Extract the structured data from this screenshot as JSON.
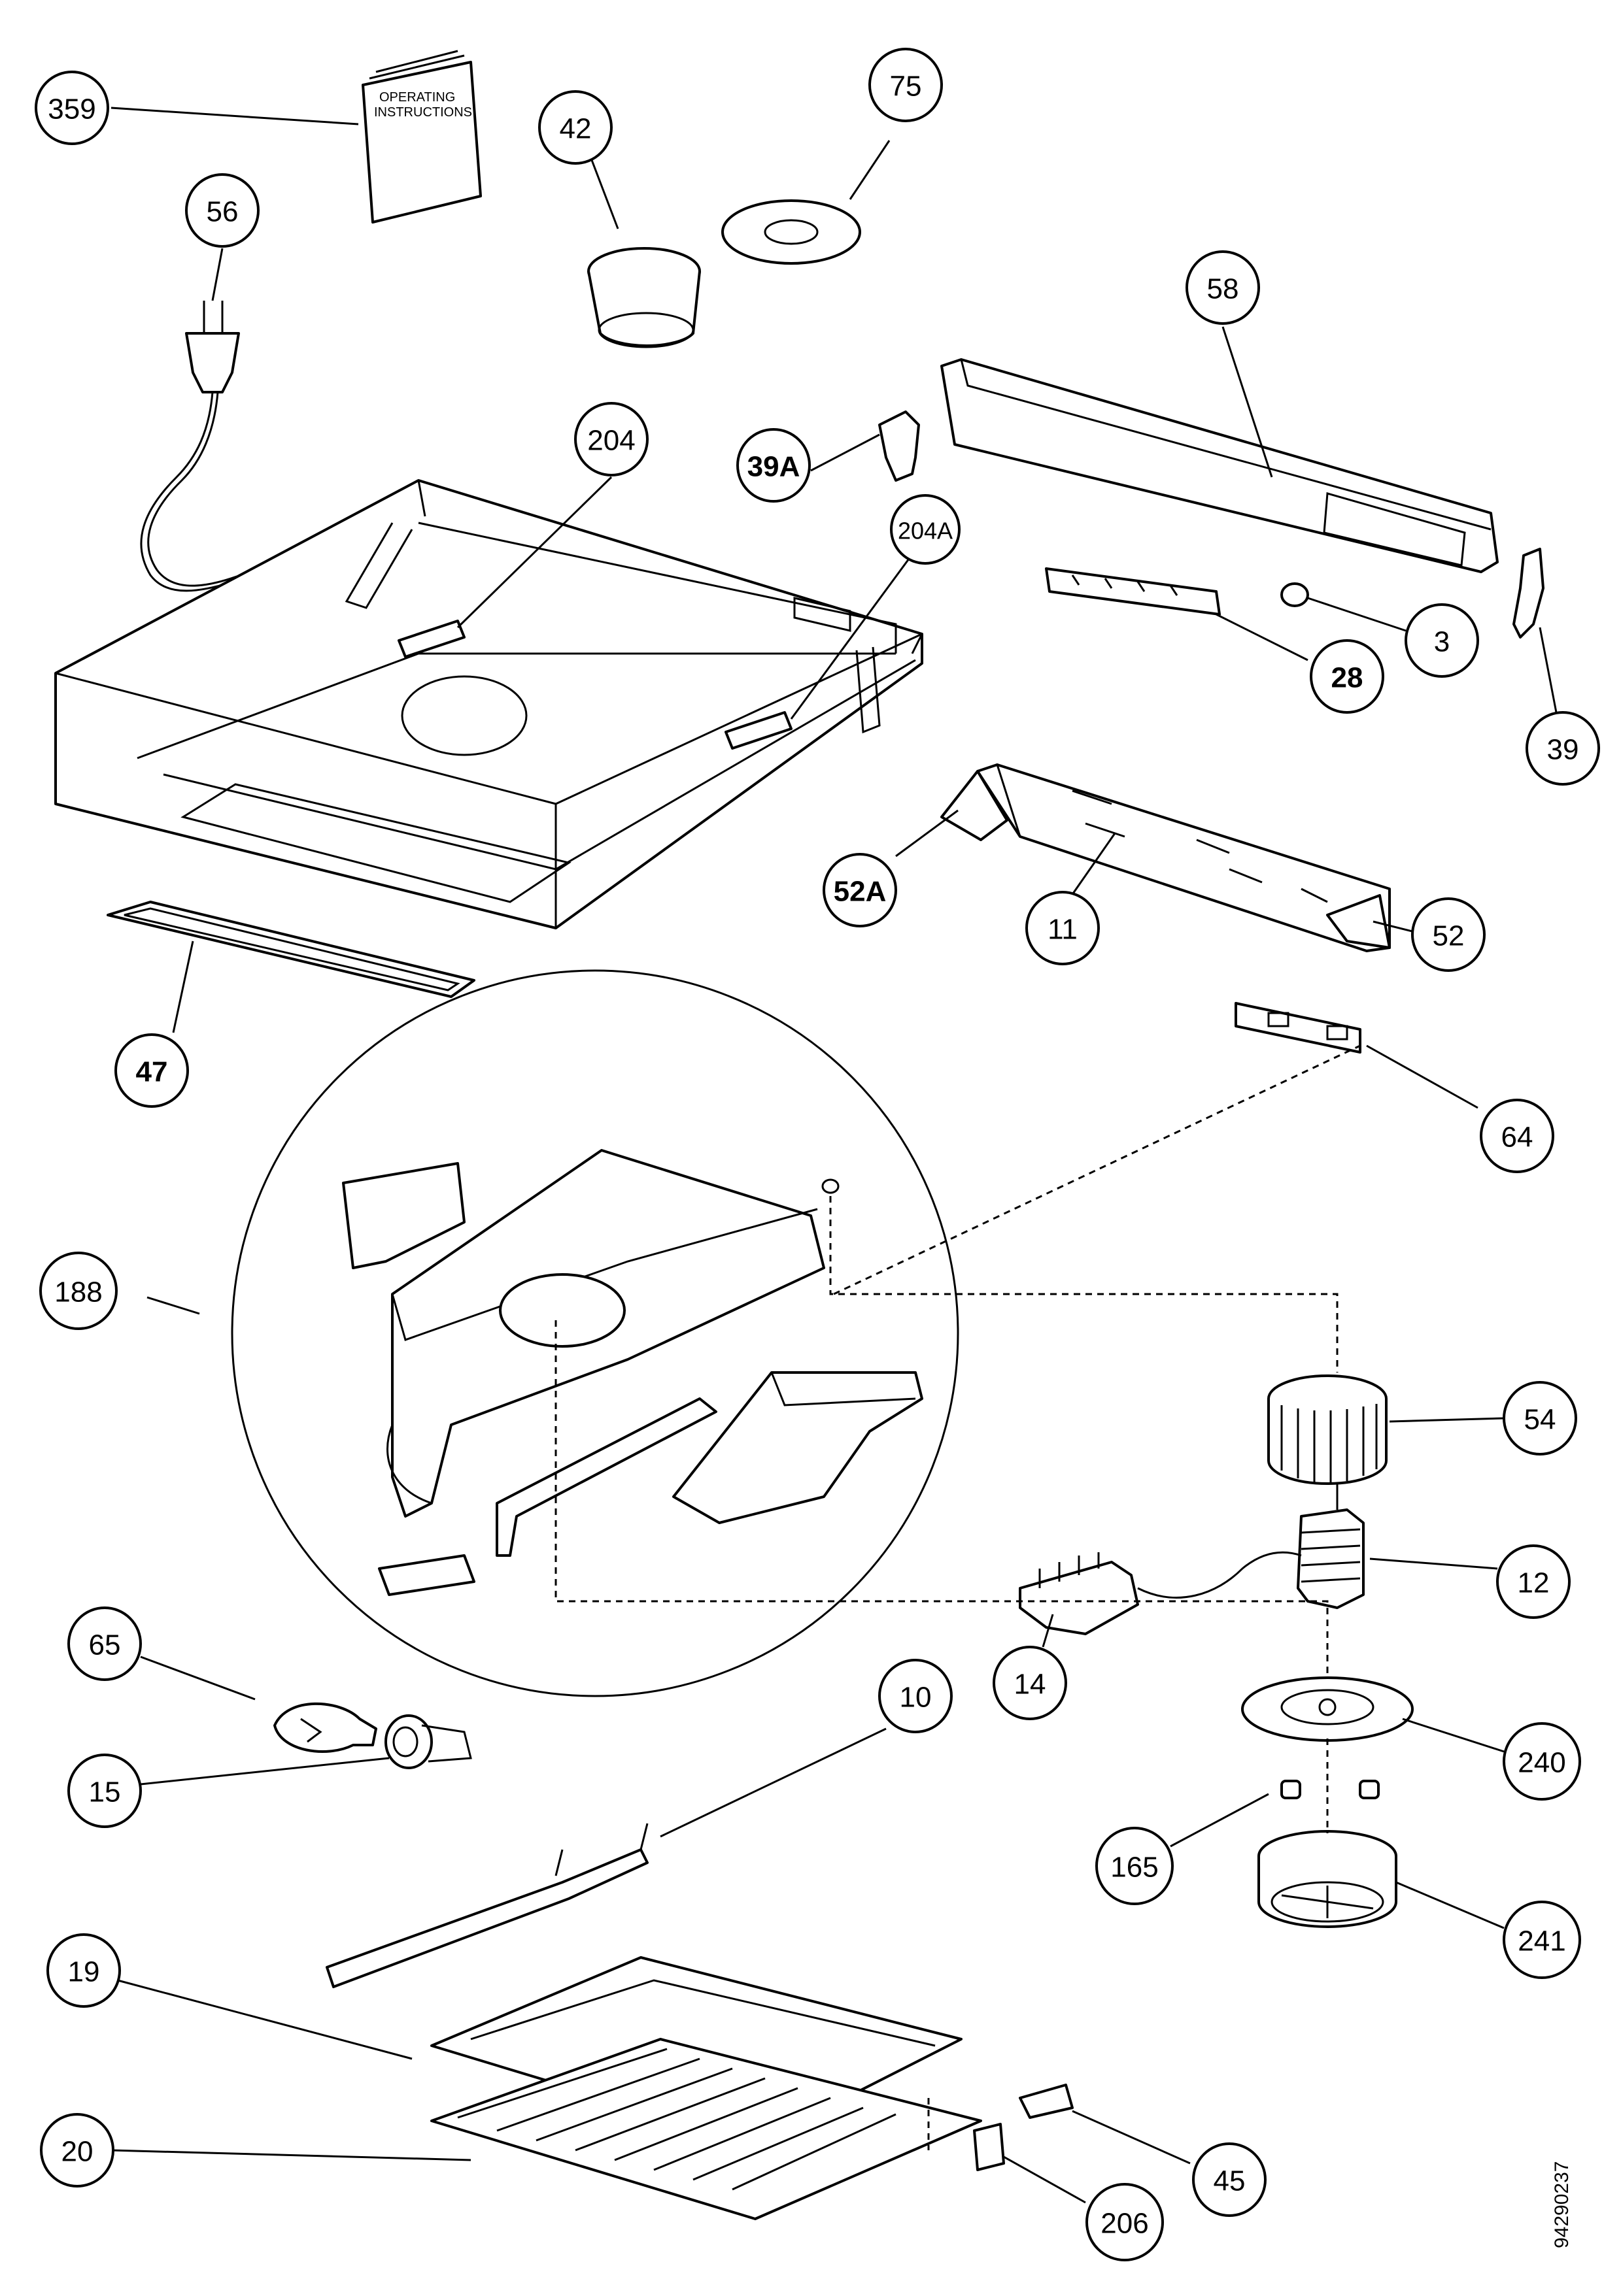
{
  "manual": {
    "line1": "OPERATING",
    "line2": "INSTRUCTIONS"
  },
  "drawing_number": "94290237",
  "callouts": {
    "c359": "359",
    "c42": "42",
    "c75": "75",
    "c56": "56",
    "c58": "58",
    "c204": "204",
    "c39A": "39A",
    "c204A": "204A",
    "c3": "3",
    "c28": "28",
    "c39": "39",
    "c52A": "52A",
    "c11": "11",
    "c52": "52",
    "c47": "47",
    "c64": "64",
    "c188": "188",
    "c54": "54",
    "c12": "12",
    "c65": "65",
    "c10": "10",
    "c14": "14",
    "c240": "240",
    "c15": "15",
    "c165": "165",
    "c241": "241",
    "c19": "19",
    "c20": "20",
    "c45": "45",
    "c206": "206"
  }
}
